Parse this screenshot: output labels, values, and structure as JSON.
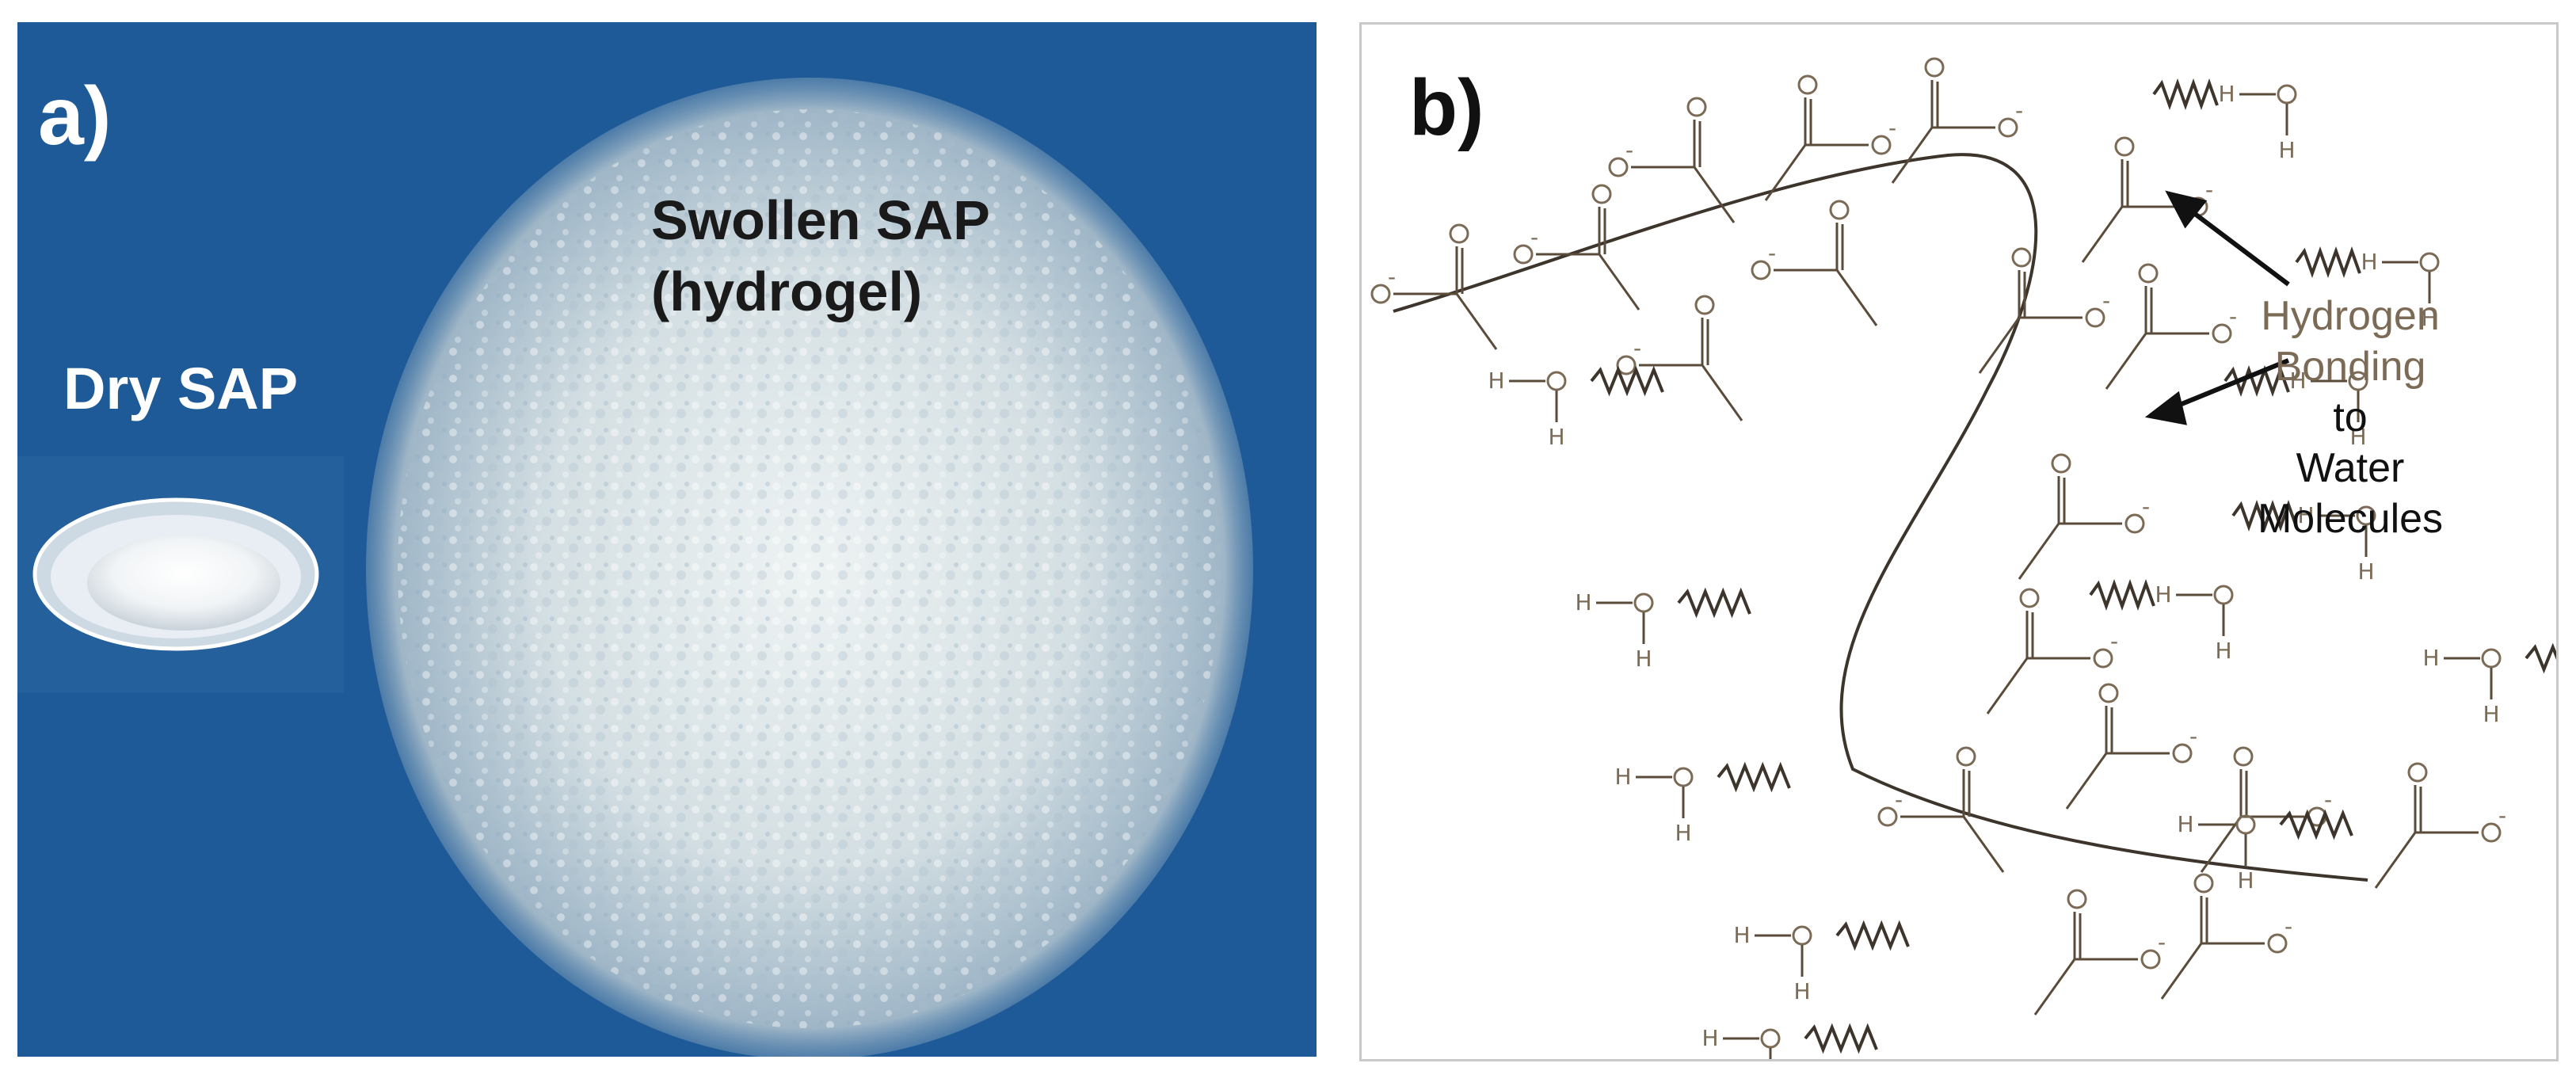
{
  "panel_a": {
    "label": "a)",
    "dry_label": "Dry SAP",
    "swollen_line1": "Swollen SAP",
    "swollen_line2": "(hydrogel)"
  },
  "panel_b": {
    "label": "b)",
    "callout": [
      "Hydrogen",
      "Bonding",
      "to",
      "Water",
      "Molecules"
    ]
  },
  "colors": {
    "photo_background": "#1d5a97",
    "hydrogel": "#d7e2e6",
    "chemistry_text": "#7b6a55",
    "bond_lines": "#5a4b3a"
  }
}
